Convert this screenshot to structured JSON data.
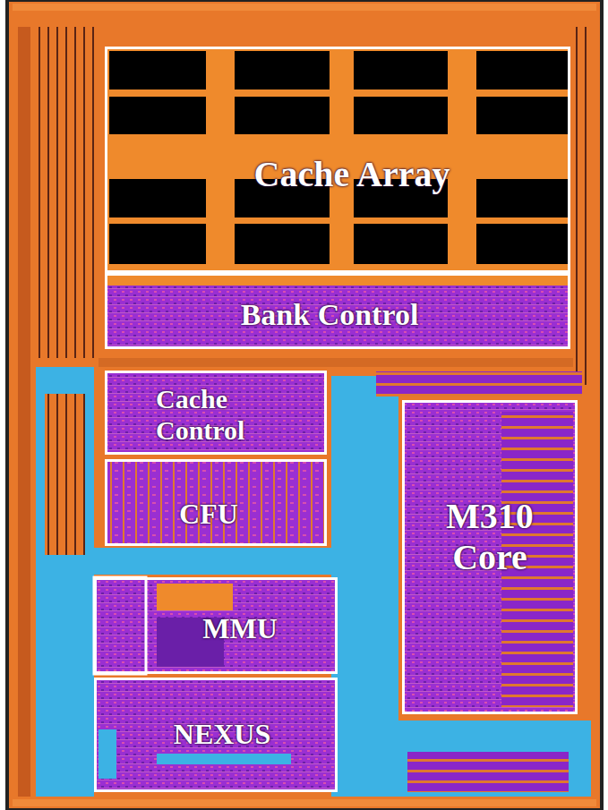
{
  "diagram": {
    "nodes": [
      {
        "text": [
          "Cache Array"
        ]
      },
      {
        "text": [
          "Bank Control"
        ]
      },
      {
        "text": [
          "Cache Control"
        ]
      },
      {
        "text": [
          "CFU"
        ]
      },
      {
        "text": [
          "M310 Core"
        ]
      },
      {
        "text": [
          "MMU"
        ]
      },
      {
        "text": [
          "NEXUS"
        ]
      }
    ]
  }
}
